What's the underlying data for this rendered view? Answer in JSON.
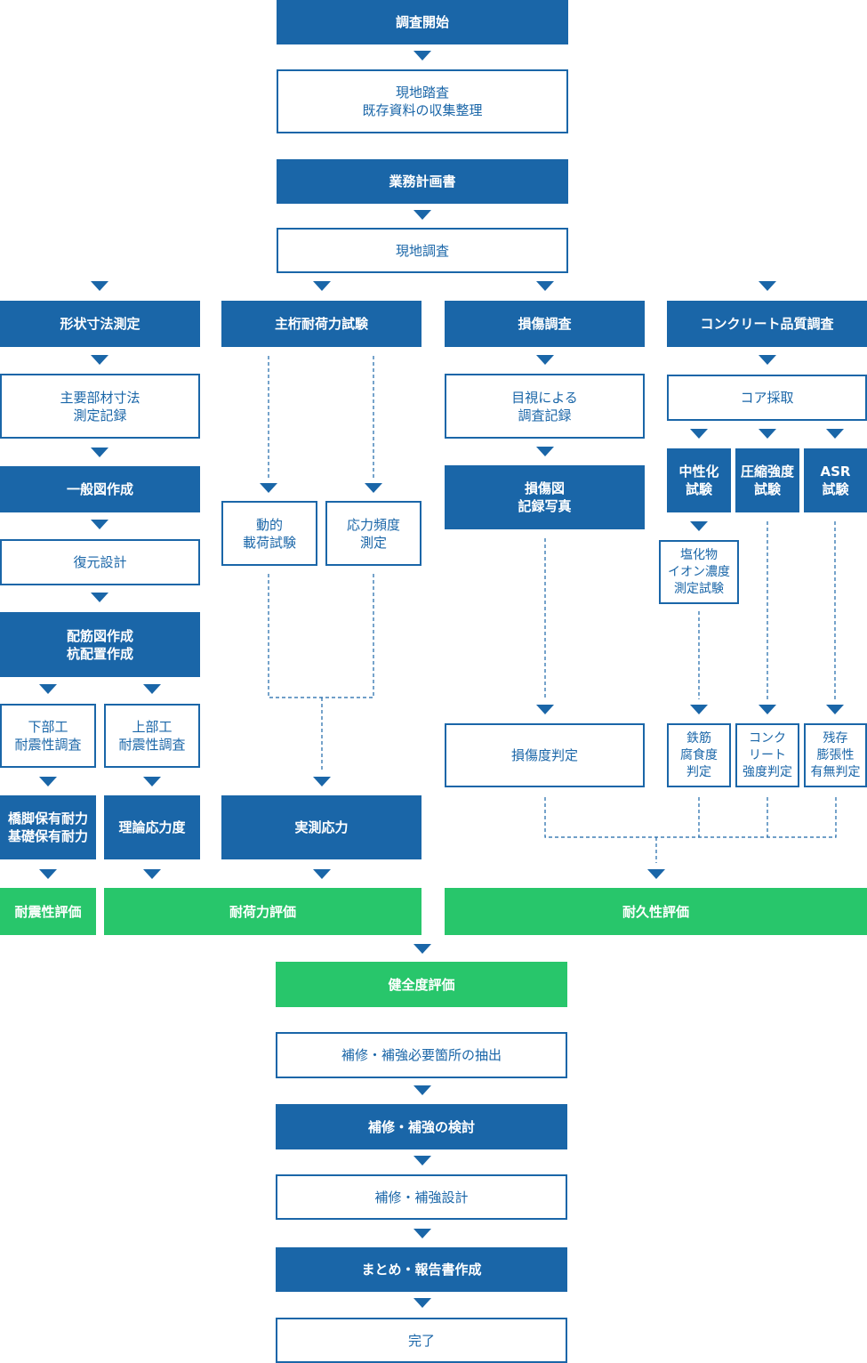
{
  "colors": {
    "primary": "#1a66a8",
    "evaluation": "#28c66b",
    "background": "#ffffff"
  },
  "nodes": {
    "start": "調査開始",
    "site_survey": "現地踏査\n既存資料の収集整理",
    "work_plan": "業務計画書",
    "field_survey": "現地調査",
    "shape": "形状寸法測定",
    "main_dims": "主要部材寸法\n測定記録",
    "general_drawing": "一般図作成",
    "restoration": "復元設計",
    "rebar": "配筋図作成\n杭配置作成",
    "lower": "下部工\n耐震性調査",
    "upper": "上部工\n耐震性調査",
    "pier": "橋脚保有耐力\n基礎保有耐力",
    "theory": "理論応力度",
    "girder": "主桁耐荷力試験",
    "dynamic": "動的\n載荷試験",
    "frequency": "応力頻度\n測定",
    "measured": "実測応力",
    "damage": "損傷調査",
    "visual": "目視による\n調査記録",
    "damage_map": "損傷図\n記録写真",
    "damage_judge": "損傷度判定",
    "concrete": "コンクリート品質調査",
    "core": "コア採取",
    "neutral": "中性化\n試験",
    "compress": "圧縮強度\n試験",
    "asr": "ASR\n試験",
    "chloride": "塩化物\nイオン濃度\n測定試験",
    "corrosion": "鉄筋\n腐食度\n判定",
    "concrete_strength": "コンク\nリート\n強度判定",
    "residual": "残存\n膨張性\n有無判定",
    "seismic_eval": "耐震性評価",
    "load_eval": "耐荷力評価",
    "durability_eval": "耐久性評価",
    "soundness": "健全度評価",
    "extract": "補修・補強必要箇所の抽出",
    "review": "補修・補強の検討",
    "design": "補修・補強設計",
    "report": "まとめ・報告書作成",
    "end": "完了"
  }
}
